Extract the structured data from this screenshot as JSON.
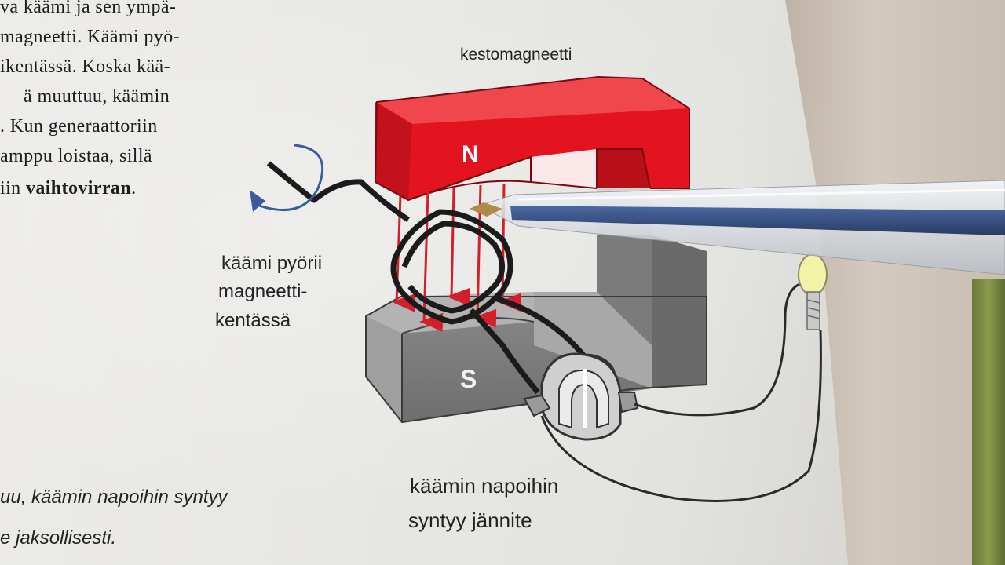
{
  "body_text": {
    "line1": "va käämi ja sen ympä-",
    "line2": "magneetti. Käämi pyö-",
    "line3": "ikentässä. Koska kää-",
    "line4": "ä muuttuu, käämin",
    "line5": ". Kun generaattoriin",
    "line6": "amppu loistaa, sillä",
    "line7_prefix": "iin ",
    "line7_bold": "vaihtovirran",
    "line7_suffix": "."
  },
  "bottom_caption": {
    "line1": "uu, käämin napoihin syntyy",
    "line2": "e jaksollisesti."
  },
  "diagram": {
    "magnet_label": "kestomagneetti",
    "north_label": "N",
    "south_label": "S",
    "coil_label": [
      "käämi pyörii",
      "magneetti-",
      "kentässä"
    ],
    "voltage_label": [
      "käämin napoihin",
      "syntyy jännite"
    ]
  },
  "colors": {
    "magnet_red": "#e8202a",
    "field_arrow_red": "#d41f2a",
    "rotation_arrow_blue": "#3d5a9c",
    "pen_ink_blue": "#1e3c78"
  }
}
